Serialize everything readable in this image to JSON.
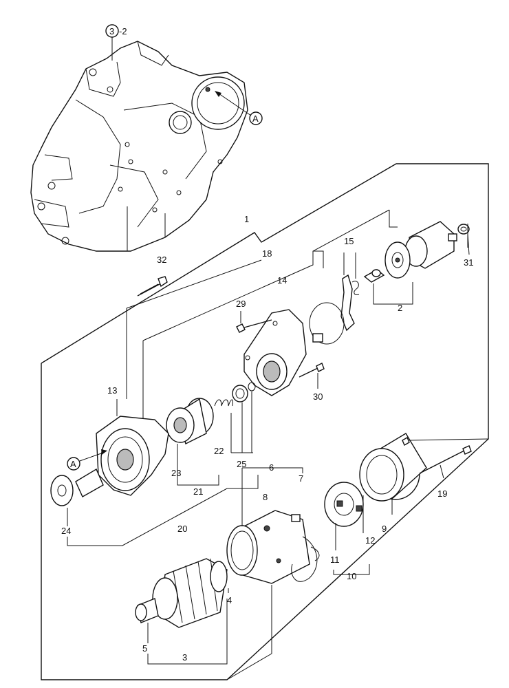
{
  "header_ref": {
    "circle": "3",
    "suffix": "-2"
  },
  "ref_marker": "A",
  "callouts": [
    "1",
    "2",
    "3",
    "4",
    "5",
    "6",
    "7",
    "8",
    "9",
    "10",
    "11",
    "12",
    "13",
    "14",
    "15",
    "18",
    "19",
    "20",
    "21",
    "22",
    "23",
    "24",
    "25",
    "29",
    "30",
    "31",
    "32"
  ]
}
